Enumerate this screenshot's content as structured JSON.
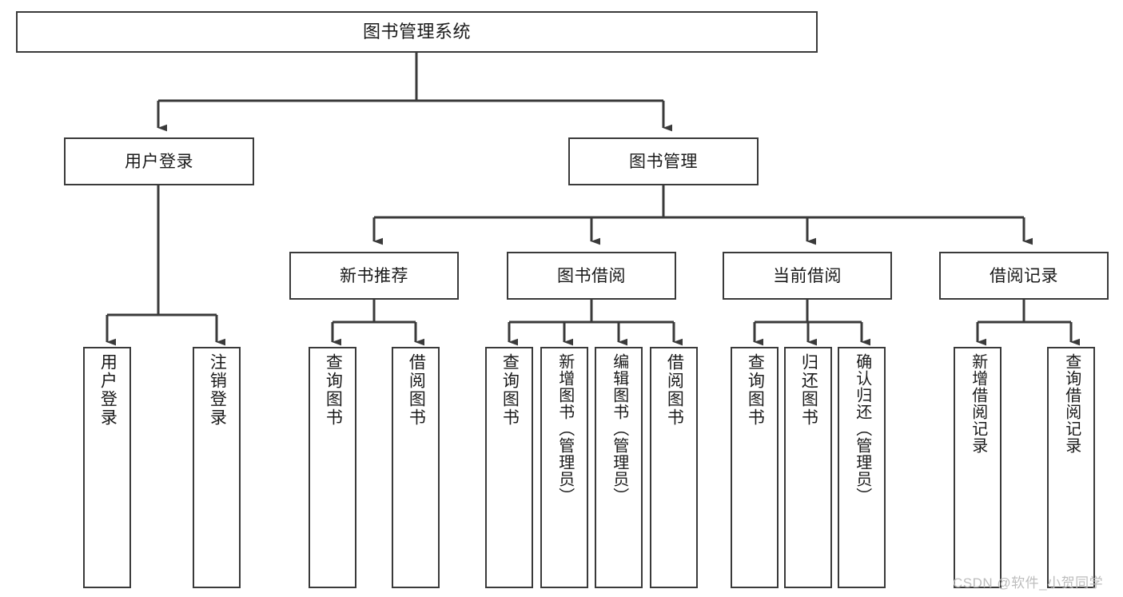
{
  "diagram": {
    "title": "图书管理系统",
    "type": "tree-hierarchy-diagram",
    "colors": {
      "box_border": "#3a3a3a",
      "box_fill": "#ffffff",
      "connector": "#3a3a3a",
      "text": "#1a1a1a",
      "watermark": "#bdbdbd"
    },
    "nodes": {
      "root": {
        "label": "图书管理系统"
      },
      "level1": [
        {
          "label": "用户登录"
        },
        {
          "label": "图书管理"
        }
      ],
      "level2": [
        {
          "label": "新书推荐"
        },
        {
          "label": "图书借阅"
        },
        {
          "label": "当前借阅"
        },
        {
          "label": "借阅记录"
        }
      ],
      "leaves": {
        "user_login": [
          {
            "label": "用户登录"
          },
          {
            "label": "注销登录"
          }
        ],
        "new_book_recommend": [
          {
            "label": "查询图书"
          },
          {
            "label": "借阅图书"
          }
        ],
        "book_borrow": [
          {
            "label": "查询图书"
          },
          {
            "label": "新增图书（管理员）"
          },
          {
            "label": "编辑图书（管理员）"
          },
          {
            "label": "借阅图书"
          }
        ],
        "current_borrow": [
          {
            "label": "查询图书"
          },
          {
            "label": "归还图书"
          },
          {
            "label": "确认归还（管理员）"
          }
        ],
        "borrow_record": [
          {
            "label": "新增借阅记录"
          },
          {
            "label": "查询借阅记录"
          }
        ]
      }
    },
    "watermark": "CSDN @软件_小贺同学"
  }
}
